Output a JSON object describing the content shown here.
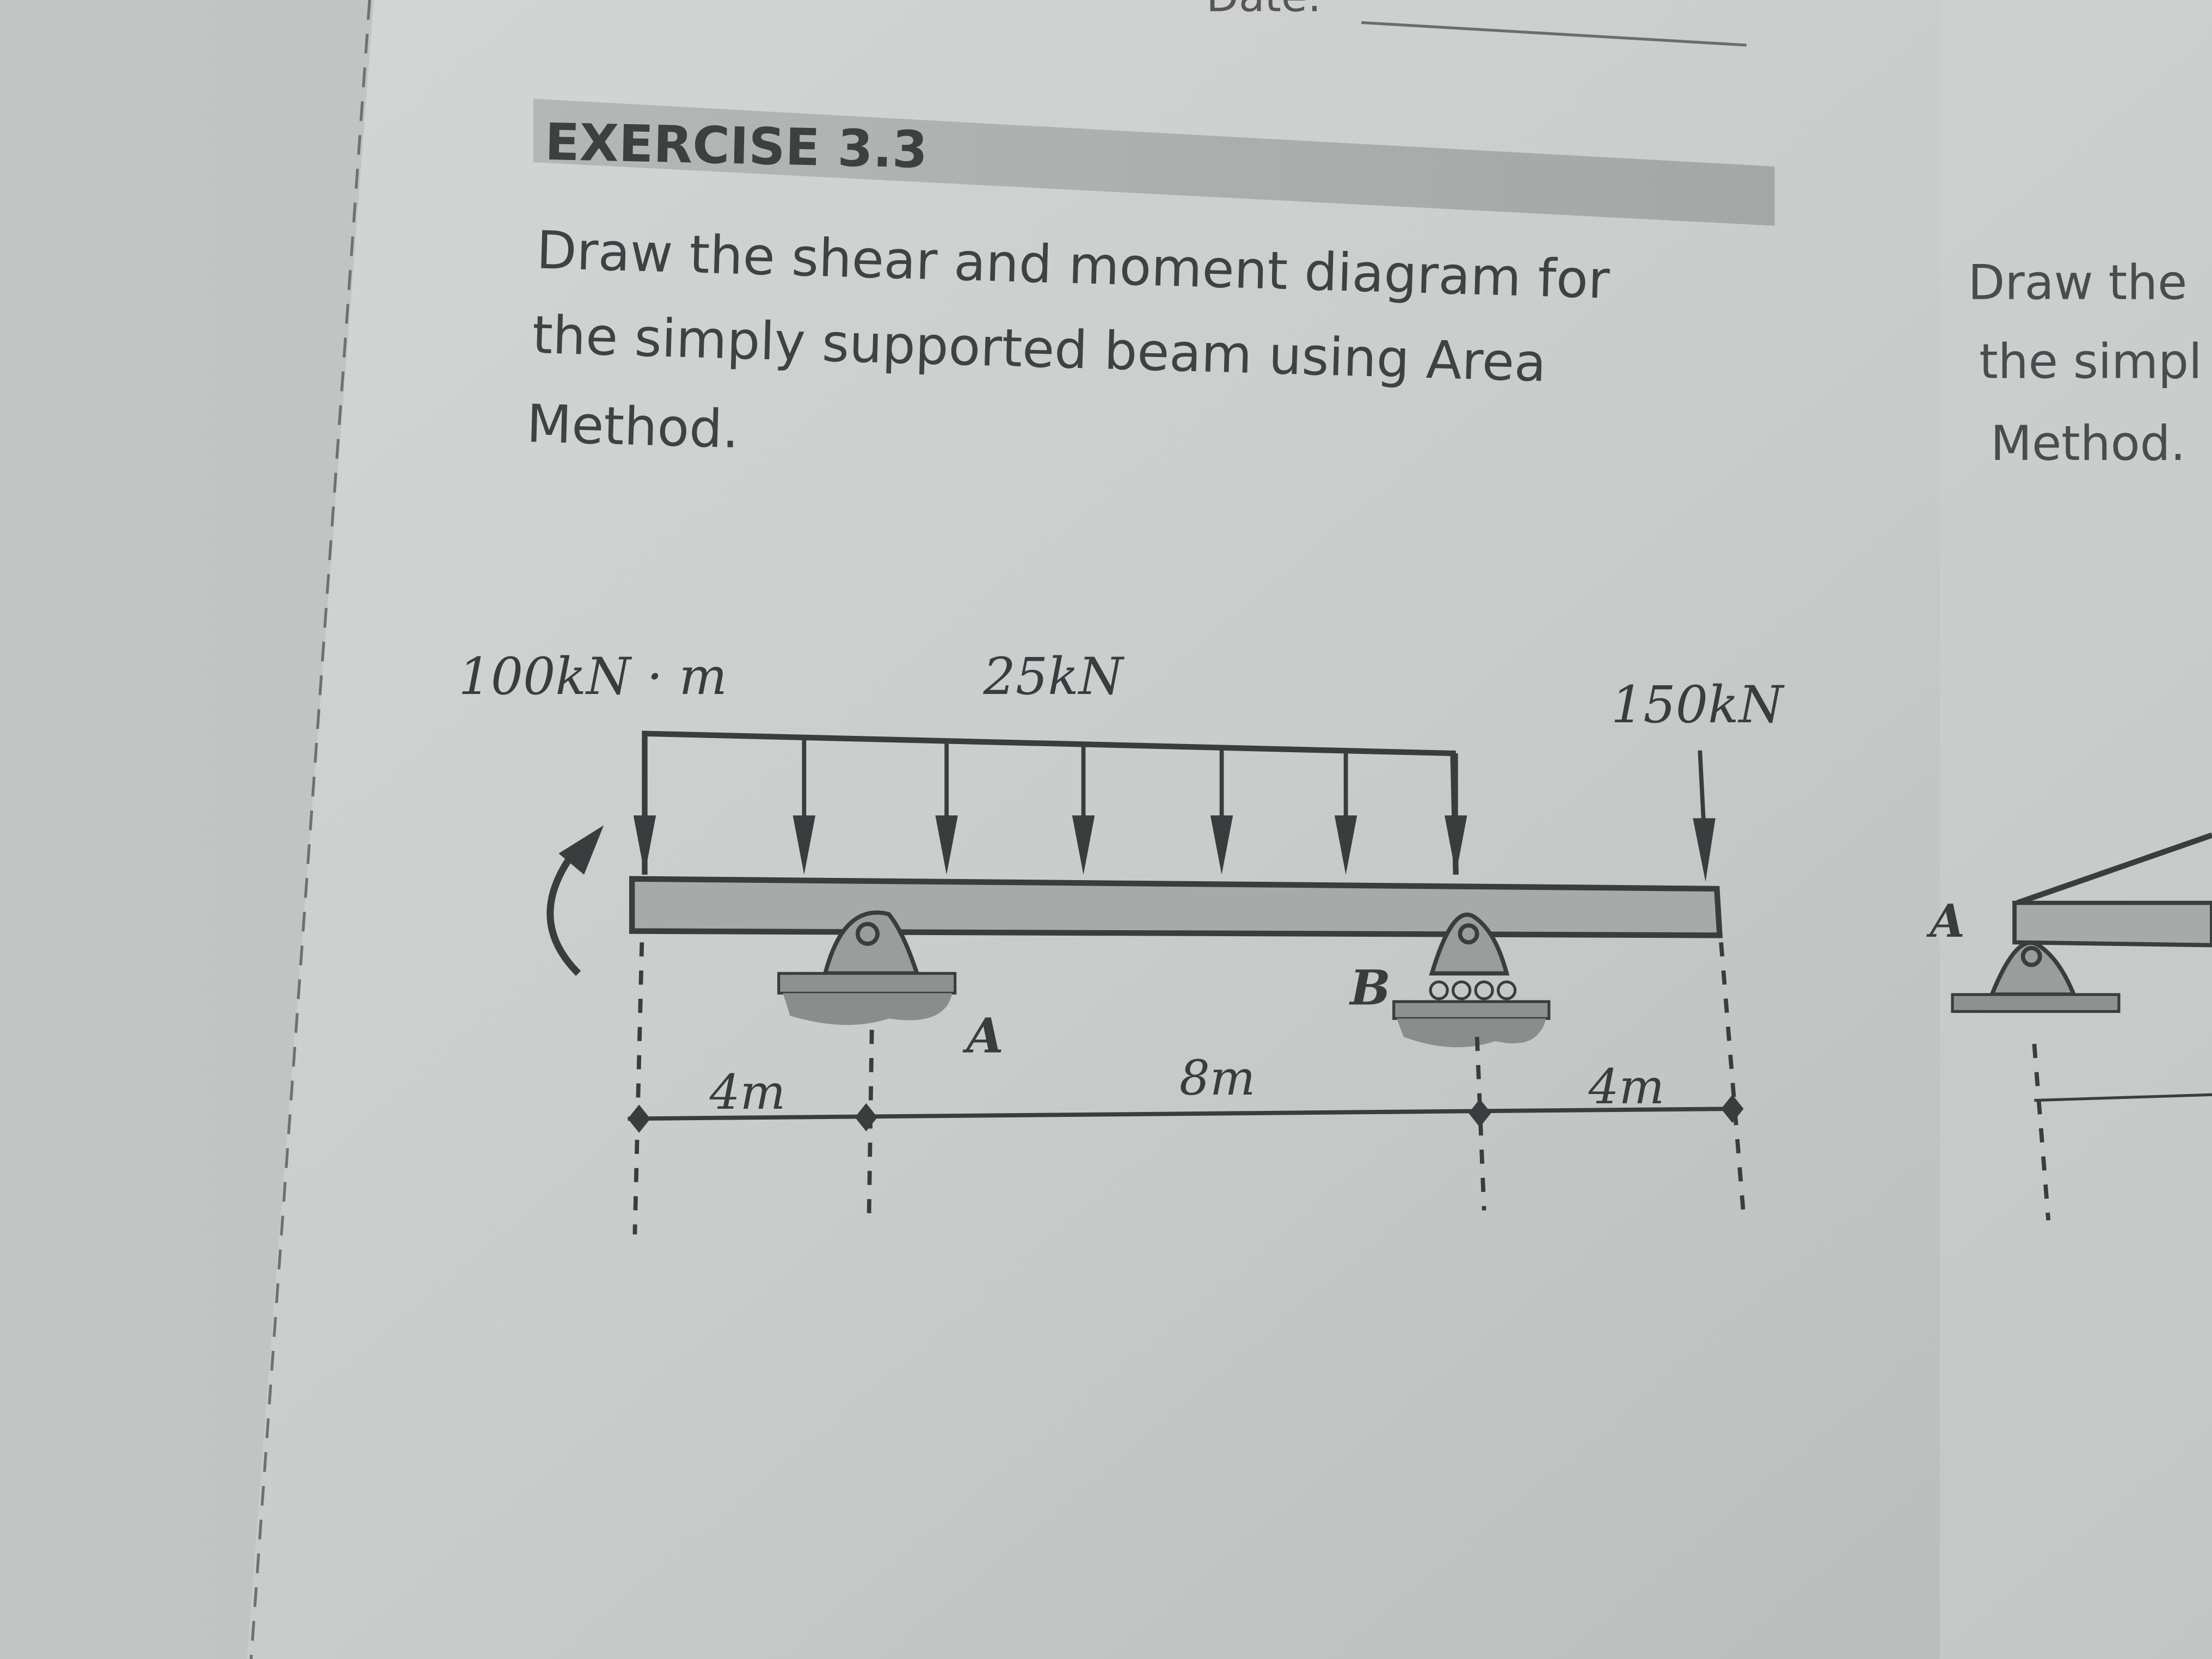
{
  "header": {
    "date_label": "Date:"
  },
  "exercise": {
    "title": "EXERCISE 3.3",
    "instruction_lines": [
      "Draw the shear and moment diagram for",
      "the simply supported beam using Area",
      "Method."
    ]
  },
  "diagram": {
    "moment_label": "100kN · m",
    "distributed_load_label": "25kN",
    "point_load_label": "150kN",
    "support_a_label": "A",
    "support_b_label": "B",
    "spans": [
      "4m",
      "8m",
      "4m"
    ]
  },
  "next_page": {
    "instruction_lines": [
      "Draw the",
      "the simpl",
      "Method."
    ],
    "support_label": "A"
  },
  "colors": {
    "paper": "#c9cccb",
    "title_band": "#a9acab",
    "ink": "#3a3d3d",
    "beam_fill": "#a7aaa9"
  }
}
